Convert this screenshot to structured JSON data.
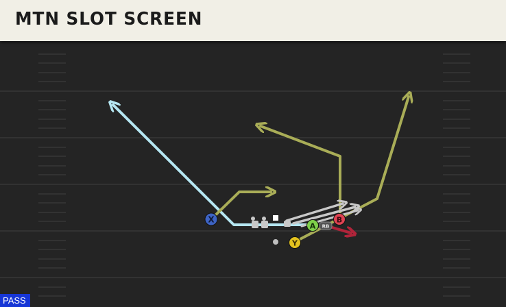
{
  "header": {
    "title": "MTN SLOT SCREEN"
  },
  "play_type_badge": "PASS",
  "colors": {
    "route_blue": "#b5e6f2",
    "route_olive": "#a9ad57",
    "route_gray": "#c8c8c8",
    "route_red": "#b0243a",
    "player_x": "#3e64c4",
    "player_a": "#7fd04a",
    "player_b": "#e04352",
    "player_y": "#e3c21f",
    "player_rb": "#545454"
  },
  "players": [
    {
      "id": "x",
      "label": "X",
      "icon": "receiver-x-icon"
    },
    {
      "id": "a",
      "label": "A",
      "icon": "receiver-a-icon"
    },
    {
      "id": "b",
      "label": "B",
      "icon": "receiver-b-icon"
    },
    {
      "id": "rb",
      "label": "RB",
      "icon": "running-back-icon"
    },
    {
      "id": "y",
      "label": "Y",
      "icon": "receiver-y-icon"
    }
  ]
}
